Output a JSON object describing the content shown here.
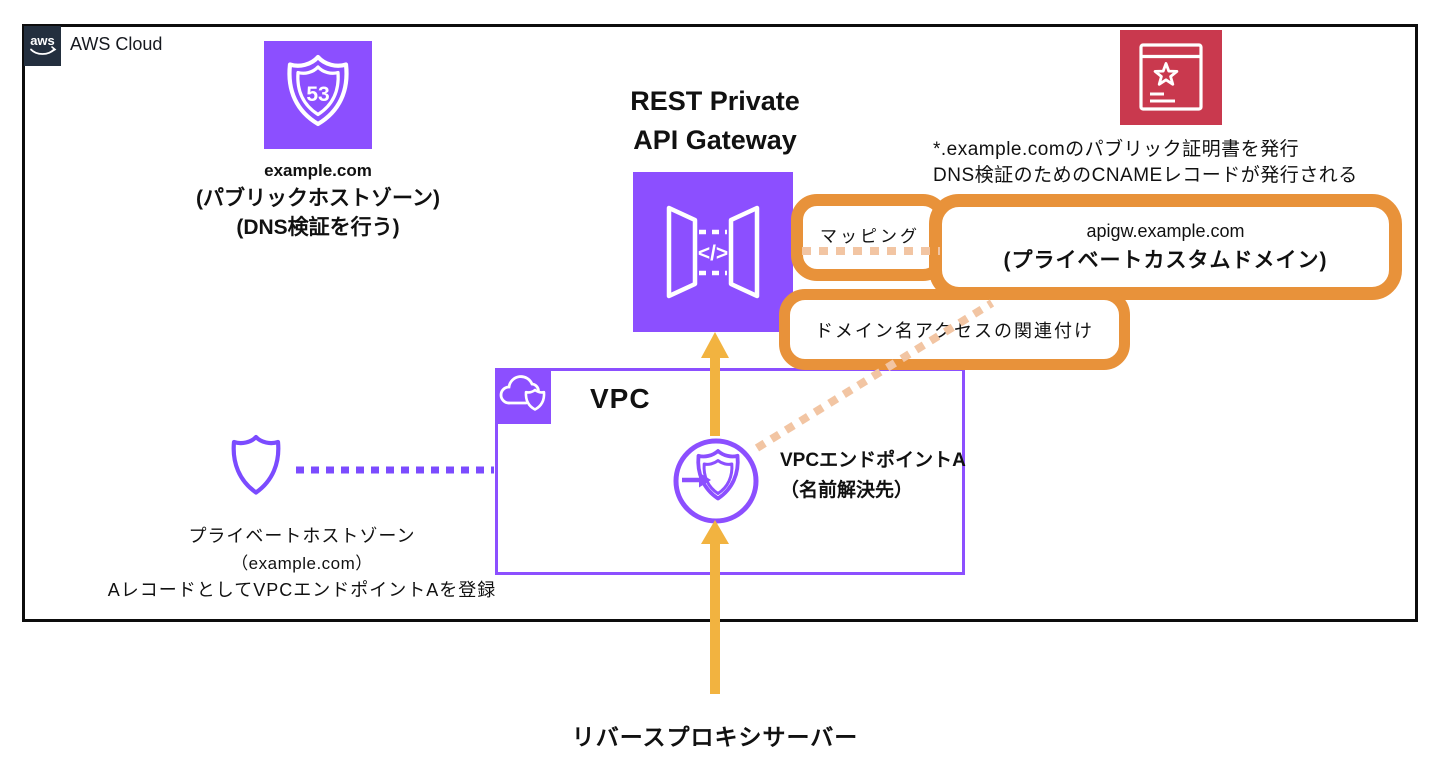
{
  "aws_cloud": {
    "logo_text": "aws",
    "label": "AWS Cloud"
  },
  "route53": {
    "badge": "53",
    "domain": "example.com",
    "line2": "(パブリックホストゾーン)",
    "line3": "(DNS検証を行う)"
  },
  "api_gateway": {
    "title_line1": "REST Private",
    "title_line2": "API Gateway",
    "icon_glyph": "</>"
  },
  "acm": {
    "note_line1": "*.example.comのパブリック証明書を発行",
    "note_line2": "DNS検証のためのCNAMEレコードが発行される"
  },
  "highlights": {
    "mapping": "マッピング",
    "custom_domain_line1": "apigw.example.com",
    "custom_domain_line2": "(プライベートカスタムドメイン)",
    "association": "ドメイン名アクセスの関連付け"
  },
  "vpc": {
    "label": "VPC",
    "endpoint_line1": "VPCエンドポイントA",
    "endpoint_line2": "（名前解決先）"
  },
  "private_hosted_zone": {
    "line1": "プライベートホストゾーン",
    "line2": "（example.com）",
    "line3": "AレコードとしてVPCエンドポイントAを登録"
  },
  "reverse_proxy": {
    "label": "リバースプロキシサーバー"
  },
  "colors": {
    "purple": "#8C4FFF",
    "red": "#C9394E",
    "orange": "#E8923A",
    "amber": "#F2B340",
    "peach": "#F2C5A3",
    "navy": "#232F3E"
  }
}
